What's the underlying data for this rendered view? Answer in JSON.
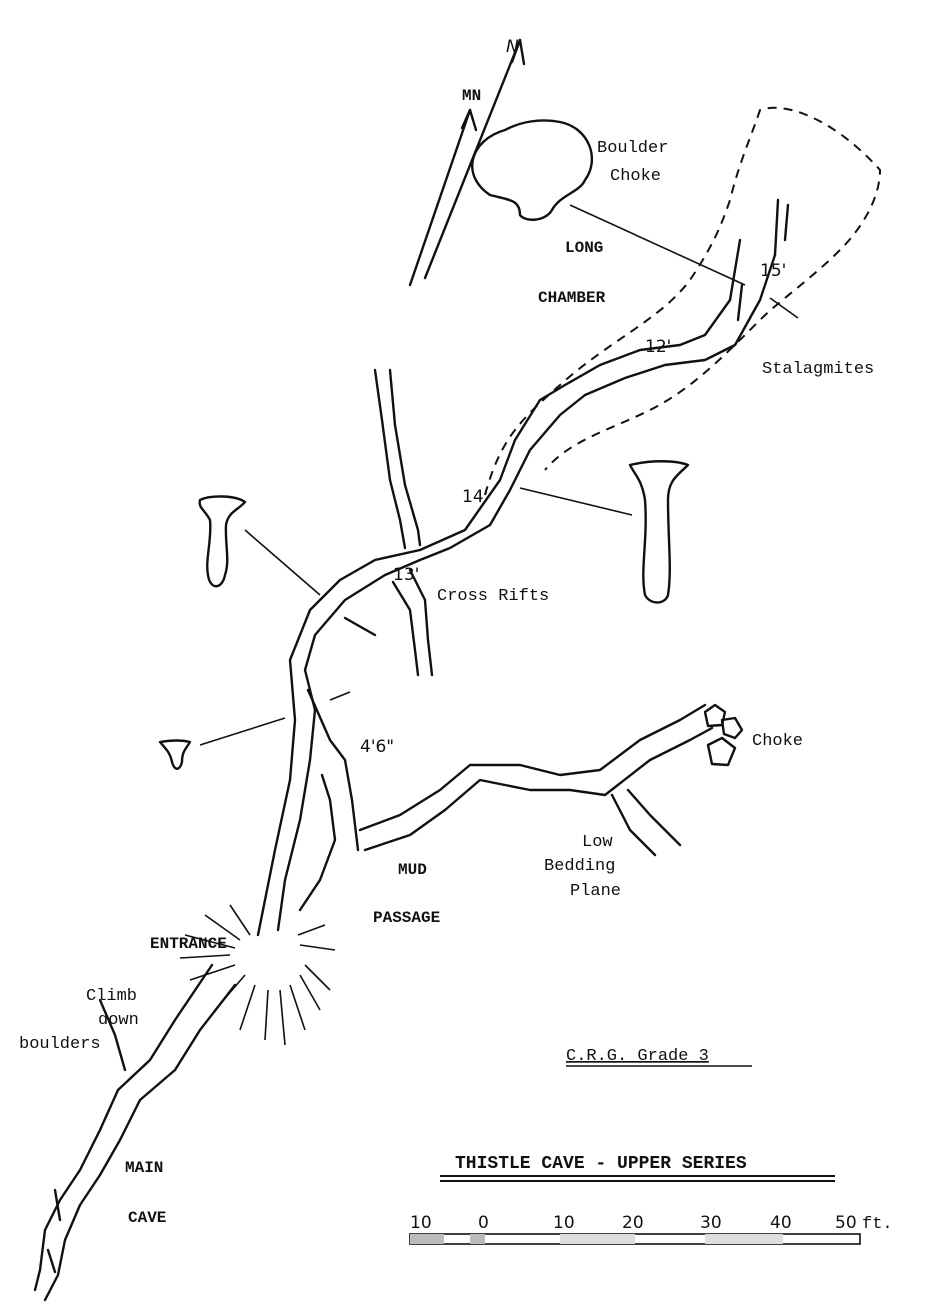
{
  "north_arrow": {
    "magnetic_label": "MN",
    "true_label": "N"
  },
  "labels": {
    "boulder_choke": [
      "Boulder",
      "Choke"
    ],
    "long_chamber": [
      "LONG",
      "CHAMBER"
    ],
    "stalagmites": "Stalagmites",
    "cross_rifts": "Cross Rifts",
    "choke": "Choke",
    "low_bedding_plane": [
      "Low",
      "Bedding",
      "Plane"
    ],
    "mud_passage": [
      "MUD",
      "PASSAGE"
    ],
    "entrance": "ENTRANCE",
    "climb_down": [
      "Climb",
      "down",
      "boulders"
    ],
    "main_cave": [
      "MAIN",
      "CAVE"
    ]
  },
  "depths": [
    "15'",
    "12'",
    "14'",
    "13'",
    "4'6\""
  ],
  "grade": "C.R.G. Grade 3",
  "title": "THISTLE CAVE - UPPER SERIES",
  "scale": {
    "ticks": [
      "10",
      "0",
      "10",
      "20",
      "30",
      "40",
      "50"
    ],
    "unit": "ft."
  }
}
